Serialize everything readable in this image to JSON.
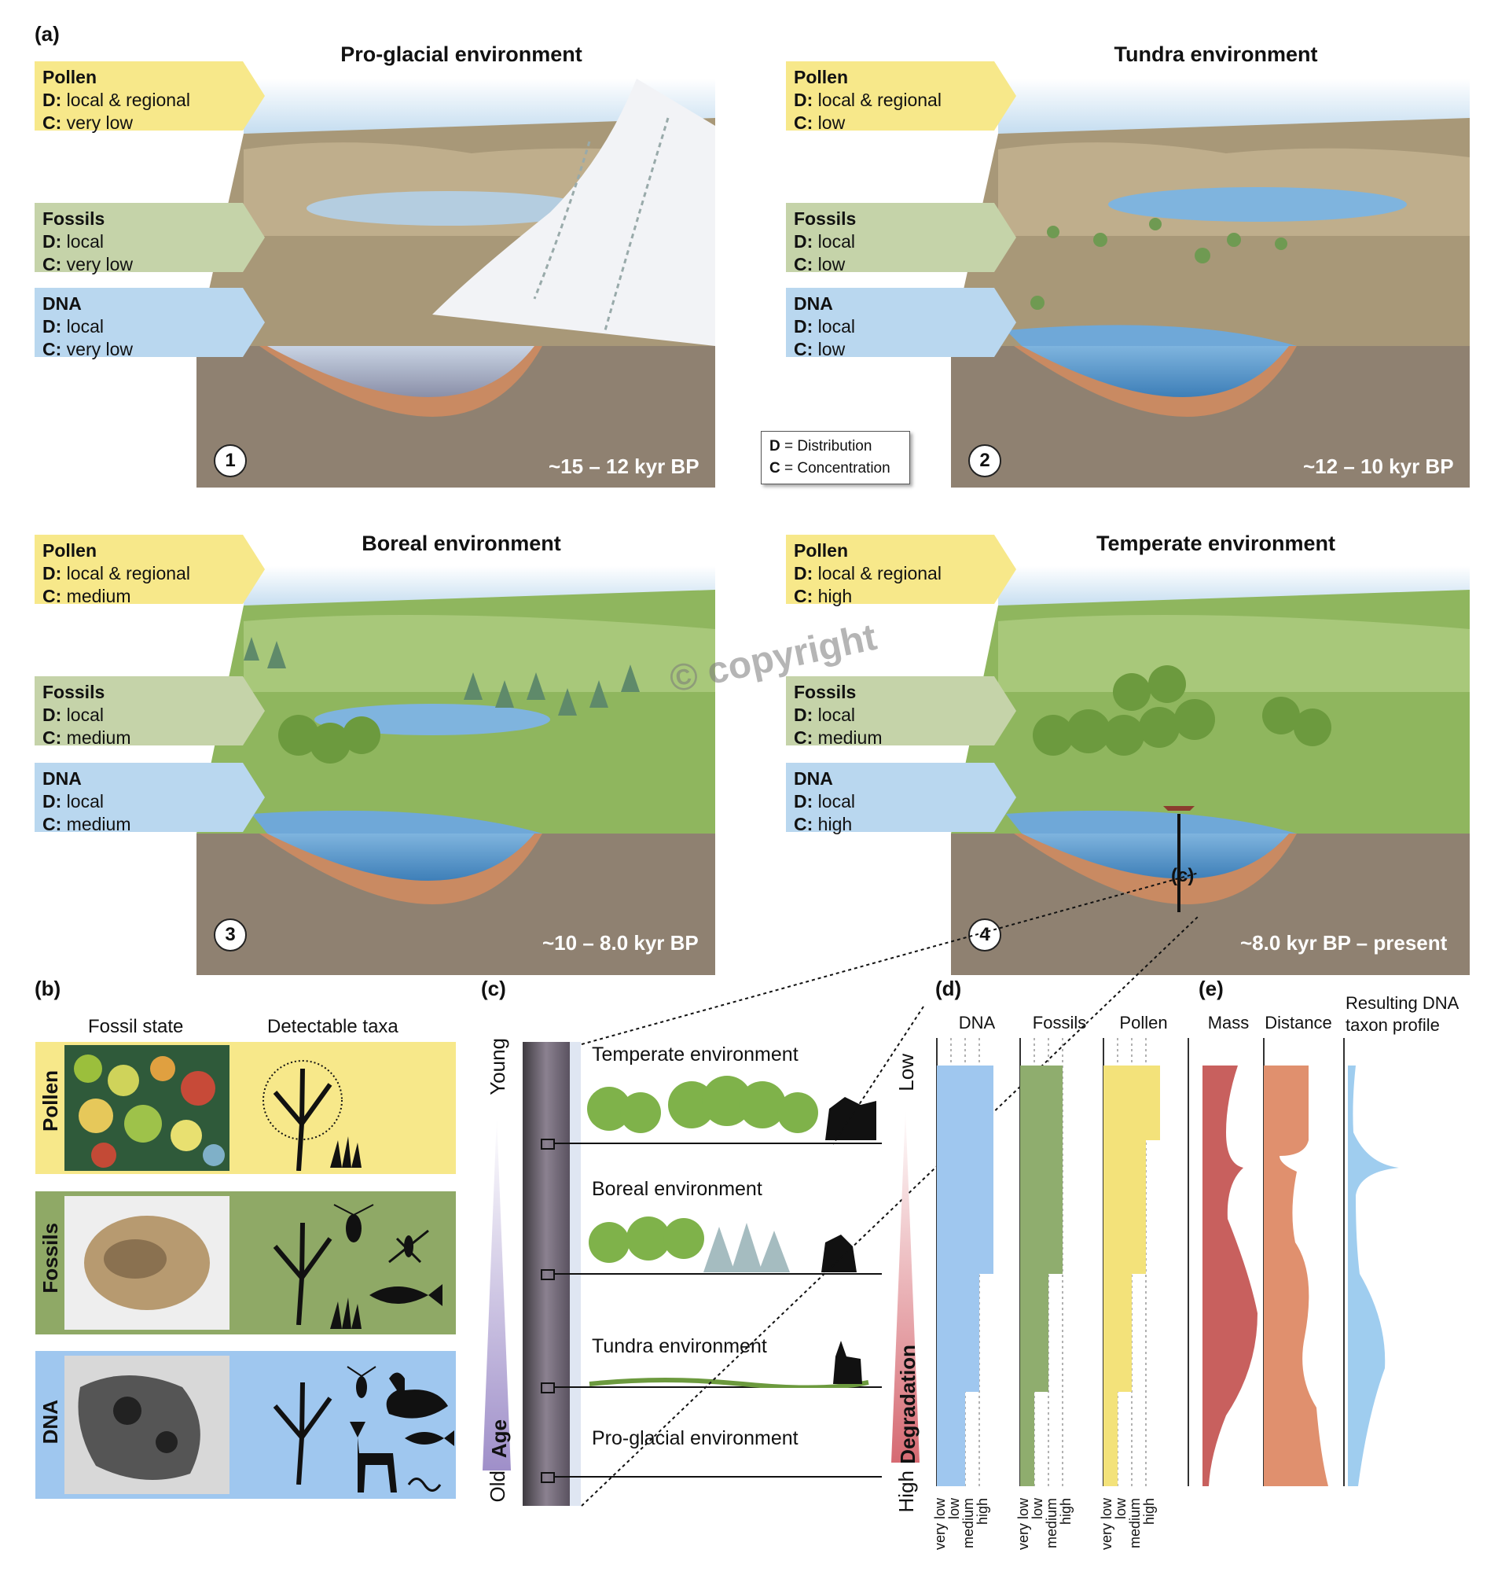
{
  "panels": {
    "a": "(a)",
    "b": "(b)",
    "c": "(c)",
    "d": "(d)",
    "e": "(e)"
  },
  "scenes": [
    {
      "title": "Pro-glacial environment",
      "number": "1",
      "age": "~15 – 12 kyr BP",
      "pollen": {
        "label": "Pollen",
        "d": "local & regional",
        "c": "very low"
      },
      "fossils": {
        "label": "Fossils",
        "d": "local",
        "c": "very low"
      },
      "dna": {
        "label": "DNA",
        "d": "local",
        "c": "very low"
      }
    },
    {
      "title": "Tundra environment",
      "number": "2",
      "age": "~12 – 10 kyr BP",
      "pollen": {
        "label": "Pollen",
        "d": "local & regional",
        "c": "low"
      },
      "fossils": {
        "label": "Fossils",
        "d": "local",
        "c": "low"
      },
      "dna": {
        "label": "DNA",
        "d": "local",
        "c": "low"
      }
    },
    {
      "title": "Boreal environment",
      "number": "3",
      "age": "~10 – 8.0 kyr BP",
      "pollen": {
        "label": "Pollen",
        "d": "local & regional",
        "c": "medium"
      },
      "fossils": {
        "label": "Fossils",
        "d": "local",
        "c": "medium"
      },
      "dna": {
        "label": "DNA",
        "d": "local",
        "c": "medium"
      }
    },
    {
      "title": "Temperate environment",
      "number": "4",
      "age": "~8.0 kyr BP – present",
      "pollen": {
        "label": "Pollen",
        "d": "local & regional",
        "c": "high"
      },
      "fossils": {
        "label": "Fossils",
        "d": "local",
        "c": "medium"
      },
      "dna": {
        "label": "DNA",
        "d": "local",
        "c": "high"
      }
    }
  ],
  "tag_keys": {
    "d": "D:",
    "c": "C:"
  },
  "legend": {
    "d_key": "D",
    "d_text": " = Distribution",
    "c_key": "C",
    "c_text": " = Concentration"
  },
  "core_marker": "(c)",
  "watermark": "© copyright",
  "panel_b": {
    "col1": "Fossil state",
    "col2": "Detectable taxa",
    "rows": [
      "Pollen",
      "Fossils",
      "DNA"
    ]
  },
  "panel_c": {
    "young": "Young",
    "old": "Old",
    "age": "Age",
    "envs": [
      "Temperate environment",
      "Boreal environment",
      "Tundra environment",
      "Pro-glacial environment"
    ]
  },
  "panel_d": {
    "headers": [
      "DNA",
      "Fossils",
      "Pollen"
    ],
    "low": "Low",
    "high": "High",
    "degradation": "Degradation",
    "ticks": [
      "very low",
      "low",
      "medium",
      "high"
    ]
  },
  "panel_e": {
    "headers": [
      "Mass",
      "Distance",
      "Resulting DNA taxon profile"
    ]
  },
  "colors": {
    "pollen": "#f7e88a",
    "fossils": "#c5d3a9",
    "dna": "#b9d7ef",
    "dna_bar": "#9fc7ef",
    "fossil_bar": "#8fad6e",
    "pollen_bar": "#f3e27a",
    "mass": "#c8605e",
    "distance": "#e0906e",
    "profile": "#9fcdef"
  }
}
